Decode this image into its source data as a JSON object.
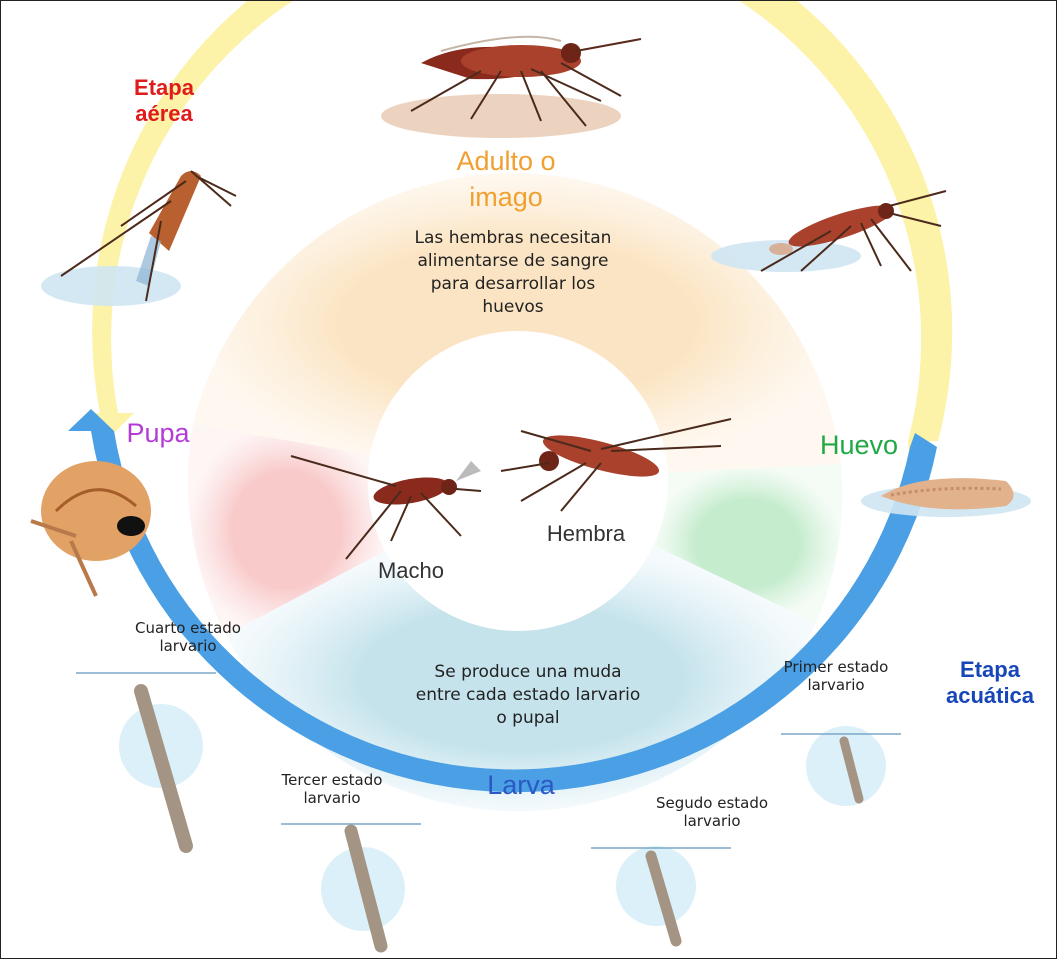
{
  "phase_labels": {
    "aerial": "Etapa\naérea",
    "aquatic": "Etapa\nacuática"
  },
  "stages": {
    "adult": "Adulto o\nimago",
    "egg": "Huevo",
    "larva": "Larva",
    "pupa": "Pupa"
  },
  "notes": {
    "adult": "Las hembras necesitan\nalimentarse de sangre\npara desarrollar los\nhuevos",
    "larva": "Se produce una muda\nentre cada estado larvario\no pupal"
  },
  "sex_labels": {
    "female": "Hembra",
    "male": "Macho"
  },
  "larval_instars": [
    "Primer estado\nlarvario",
    "Segudo estado\nlarvario",
    "Tercer estado\nlarvario",
    "Cuarto estado\nlarvario"
  ],
  "colors": {
    "aerial_ring": "#fcf2a8",
    "aquatic_ring": "#4a9fe5",
    "aerial_label": "#e01b1b",
    "aquatic_label": "#1646b8",
    "adult_text": "#f0a030",
    "egg_text": "#21a844",
    "larva_text": "#2b58c4",
    "pupa_text": "#b43cd6"
  }
}
